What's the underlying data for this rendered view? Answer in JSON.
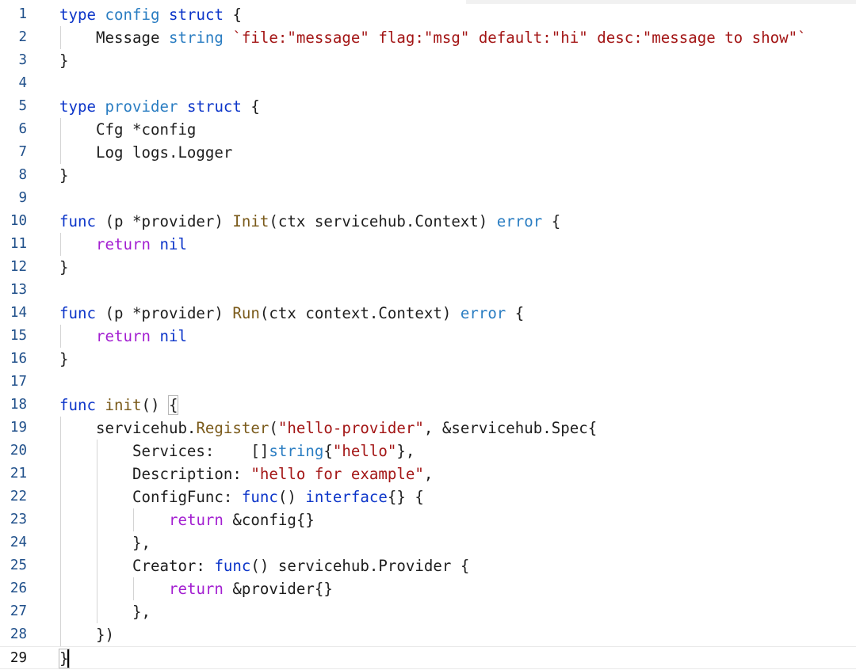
{
  "editor": {
    "active_line": 29,
    "lines": [
      {
        "n": "1",
        "tokens": [
          {
            "t": "type",
            "c": "kw"
          },
          {
            "t": " "
          },
          {
            "t": "config",
            "c": "type"
          },
          {
            "t": " "
          },
          {
            "t": "struct",
            "c": "kw"
          },
          {
            "t": " {"
          }
        ]
      },
      {
        "n": "2",
        "tokens": [
          {
            "t": "    Message "
          },
          {
            "t": "string",
            "c": "type"
          },
          {
            "t": " "
          },
          {
            "t": "`file:\"message\" flag:\"msg\" default:\"hi\" desc:\"message to show\"`",
            "c": "str"
          }
        ]
      },
      {
        "n": "3",
        "tokens": [
          {
            "t": "}"
          }
        ]
      },
      {
        "n": "4",
        "tokens": []
      },
      {
        "n": "5",
        "tokens": [
          {
            "t": "type",
            "c": "kw"
          },
          {
            "t": " "
          },
          {
            "t": "provider",
            "c": "type"
          },
          {
            "t": " "
          },
          {
            "t": "struct",
            "c": "kw"
          },
          {
            "t": " {"
          }
        ]
      },
      {
        "n": "6",
        "tokens": [
          {
            "t": "    Cfg *config"
          }
        ]
      },
      {
        "n": "7",
        "tokens": [
          {
            "t": "    Log logs.Logger"
          }
        ]
      },
      {
        "n": "8",
        "tokens": [
          {
            "t": "}"
          }
        ]
      },
      {
        "n": "9",
        "tokens": []
      },
      {
        "n": "10",
        "tokens": [
          {
            "t": "func",
            "c": "kw"
          },
          {
            "t": " (p *provider) "
          },
          {
            "t": "Init",
            "c": "fn"
          },
          {
            "t": "(ctx servicehub.Context) "
          },
          {
            "t": "error",
            "c": "type"
          },
          {
            "t": " {"
          }
        ]
      },
      {
        "n": "11",
        "tokens": [
          {
            "t": "    "
          },
          {
            "t": "return",
            "c": "ctl"
          },
          {
            "t": " "
          },
          {
            "t": "nil",
            "c": "kw"
          }
        ]
      },
      {
        "n": "12",
        "tokens": [
          {
            "t": "}"
          }
        ]
      },
      {
        "n": "13",
        "tokens": []
      },
      {
        "n": "14",
        "tokens": [
          {
            "t": "func",
            "c": "kw"
          },
          {
            "t": " (p *provider) "
          },
          {
            "t": "Run",
            "c": "fn"
          },
          {
            "t": "(ctx context.Context) "
          },
          {
            "t": "error",
            "c": "type"
          },
          {
            "t": " {"
          }
        ]
      },
      {
        "n": "15",
        "tokens": [
          {
            "t": "    "
          },
          {
            "t": "return",
            "c": "ctl"
          },
          {
            "t": " "
          },
          {
            "t": "nil",
            "c": "kw"
          }
        ]
      },
      {
        "n": "16",
        "tokens": [
          {
            "t": "}"
          }
        ]
      },
      {
        "n": "17",
        "tokens": []
      },
      {
        "n": "18",
        "tokens": [
          {
            "t": "func",
            "c": "kw"
          },
          {
            "t": " "
          },
          {
            "t": "init",
            "c": "fn"
          },
          {
            "t": "() "
          },
          {
            "t": "{",
            "m": true
          }
        ]
      },
      {
        "n": "19",
        "tokens": [
          {
            "t": "    servicehub."
          },
          {
            "t": "Register",
            "c": "fn"
          },
          {
            "t": "("
          },
          {
            "t": "\"hello-provider\"",
            "c": "str"
          },
          {
            "t": ", &servicehub.Spec{"
          }
        ]
      },
      {
        "n": "20",
        "tokens": [
          {
            "t": "        Services:    []"
          },
          {
            "t": "string",
            "c": "type"
          },
          {
            "t": "{"
          },
          {
            "t": "\"hello\"",
            "c": "str"
          },
          {
            "t": "},"
          }
        ]
      },
      {
        "n": "21",
        "tokens": [
          {
            "t": "        Description: "
          },
          {
            "t": "\"hello for example\"",
            "c": "str"
          },
          {
            "t": ","
          }
        ]
      },
      {
        "n": "22",
        "tokens": [
          {
            "t": "        ConfigFunc: "
          },
          {
            "t": "func",
            "c": "kw"
          },
          {
            "t": "() "
          },
          {
            "t": "interface",
            "c": "kw"
          },
          {
            "t": "{} {"
          }
        ]
      },
      {
        "n": "23",
        "tokens": [
          {
            "t": "            "
          },
          {
            "t": "return",
            "c": "ctl"
          },
          {
            "t": " &config{}"
          }
        ]
      },
      {
        "n": "24",
        "tokens": [
          {
            "t": "        },"
          }
        ]
      },
      {
        "n": "25",
        "tokens": [
          {
            "t": "        Creator: "
          },
          {
            "t": "func",
            "c": "kw"
          },
          {
            "t": "() servicehub.Provider {"
          }
        ]
      },
      {
        "n": "26",
        "tokens": [
          {
            "t": "            "
          },
          {
            "t": "return",
            "c": "ctl"
          },
          {
            "t": " &provider{}"
          }
        ]
      },
      {
        "n": "27",
        "tokens": [
          {
            "t": "        },"
          }
        ]
      },
      {
        "n": "28",
        "tokens": [
          {
            "t": "    })"
          }
        ]
      },
      {
        "n": "29",
        "tokens": [
          {
            "t": "}",
            "m": true,
            "cursor": true
          }
        ]
      }
    ]
  }
}
